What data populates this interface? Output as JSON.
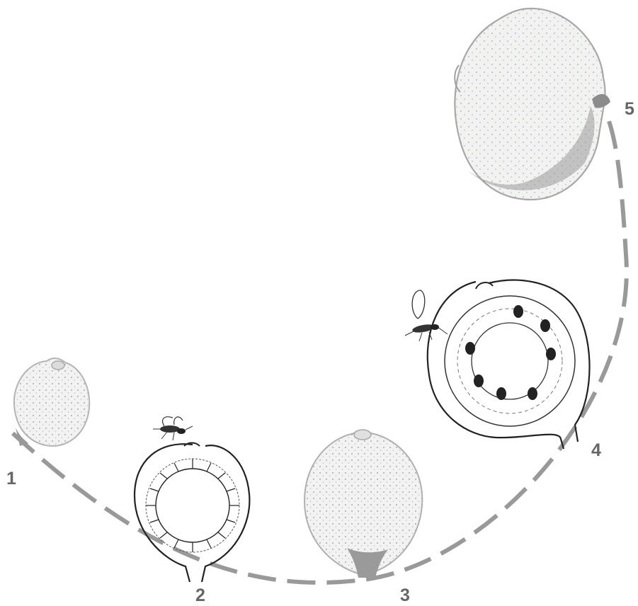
{
  "stages": [
    {
      "label": "1",
      "name": "young-fig"
    },
    {
      "label": "2",
      "name": "fig-section-wasp-entering"
    },
    {
      "label": "3",
      "name": "developing-fig"
    },
    {
      "label": "4",
      "name": "fig-section-wasp-leaving"
    },
    {
      "label": "5",
      "name": "ripe-fig"
    }
  ],
  "colors": {
    "cycle_arrow": "#999999",
    "label": "#666666",
    "fig_fill": "#f2f2f2",
    "fig_stipple": "#9a9a9a",
    "line_art": "#222222",
    "ripe_tint": "#7aa65a"
  }
}
